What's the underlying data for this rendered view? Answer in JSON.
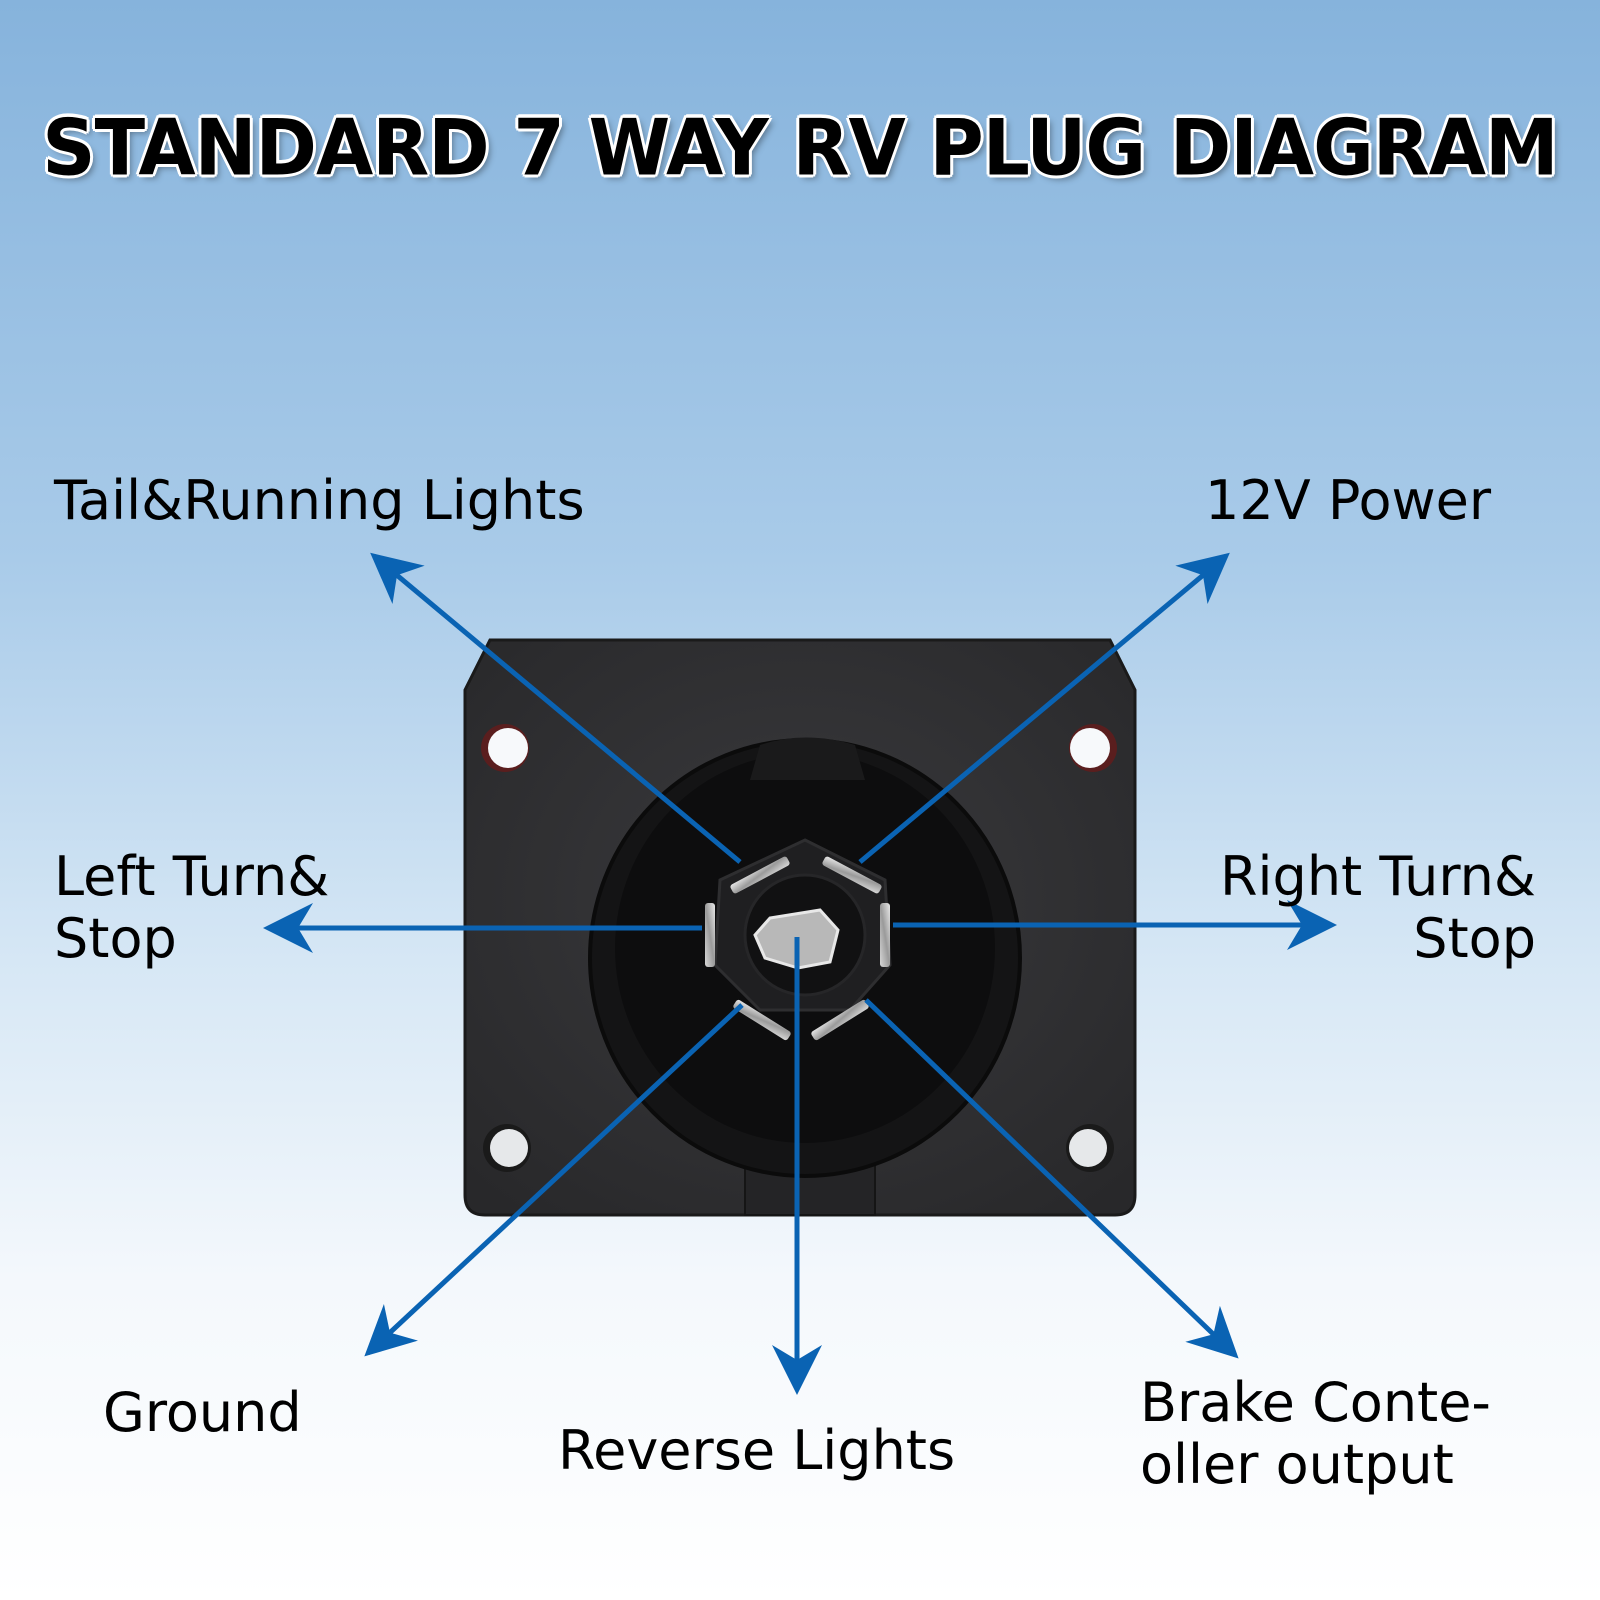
{
  "title": "STANDARD 7 WAY RV PLUG DIAGRAM",
  "colors": {
    "arrow": "#0a63b3",
    "background_top": "#86b3dc",
    "background_bottom": "#ffffff",
    "plug_body": "#2a2a2c"
  },
  "labels": {
    "tail_running": "Tail&Running Lights",
    "power_12v": "12V Power",
    "left_turn": "Left Turn&\nStop",
    "right_turn": "Right Turn&\nStop",
    "ground": "Ground",
    "reverse": "Reverse Lights",
    "brake": "Brake Conte-\noller output"
  },
  "pins": [
    {
      "name": "Tail&Running Lights",
      "direction": "up-left"
    },
    {
      "name": "12V Power",
      "direction": "up-right"
    },
    {
      "name": "Left Turn&Stop",
      "direction": "left"
    },
    {
      "name": "Right Turn&Stop",
      "direction": "right"
    },
    {
      "name": "Ground",
      "direction": "down-left"
    },
    {
      "name": "Reverse Lights",
      "direction": "down"
    },
    {
      "name": "Brake Conteoller output",
      "direction": "down-right"
    }
  ]
}
